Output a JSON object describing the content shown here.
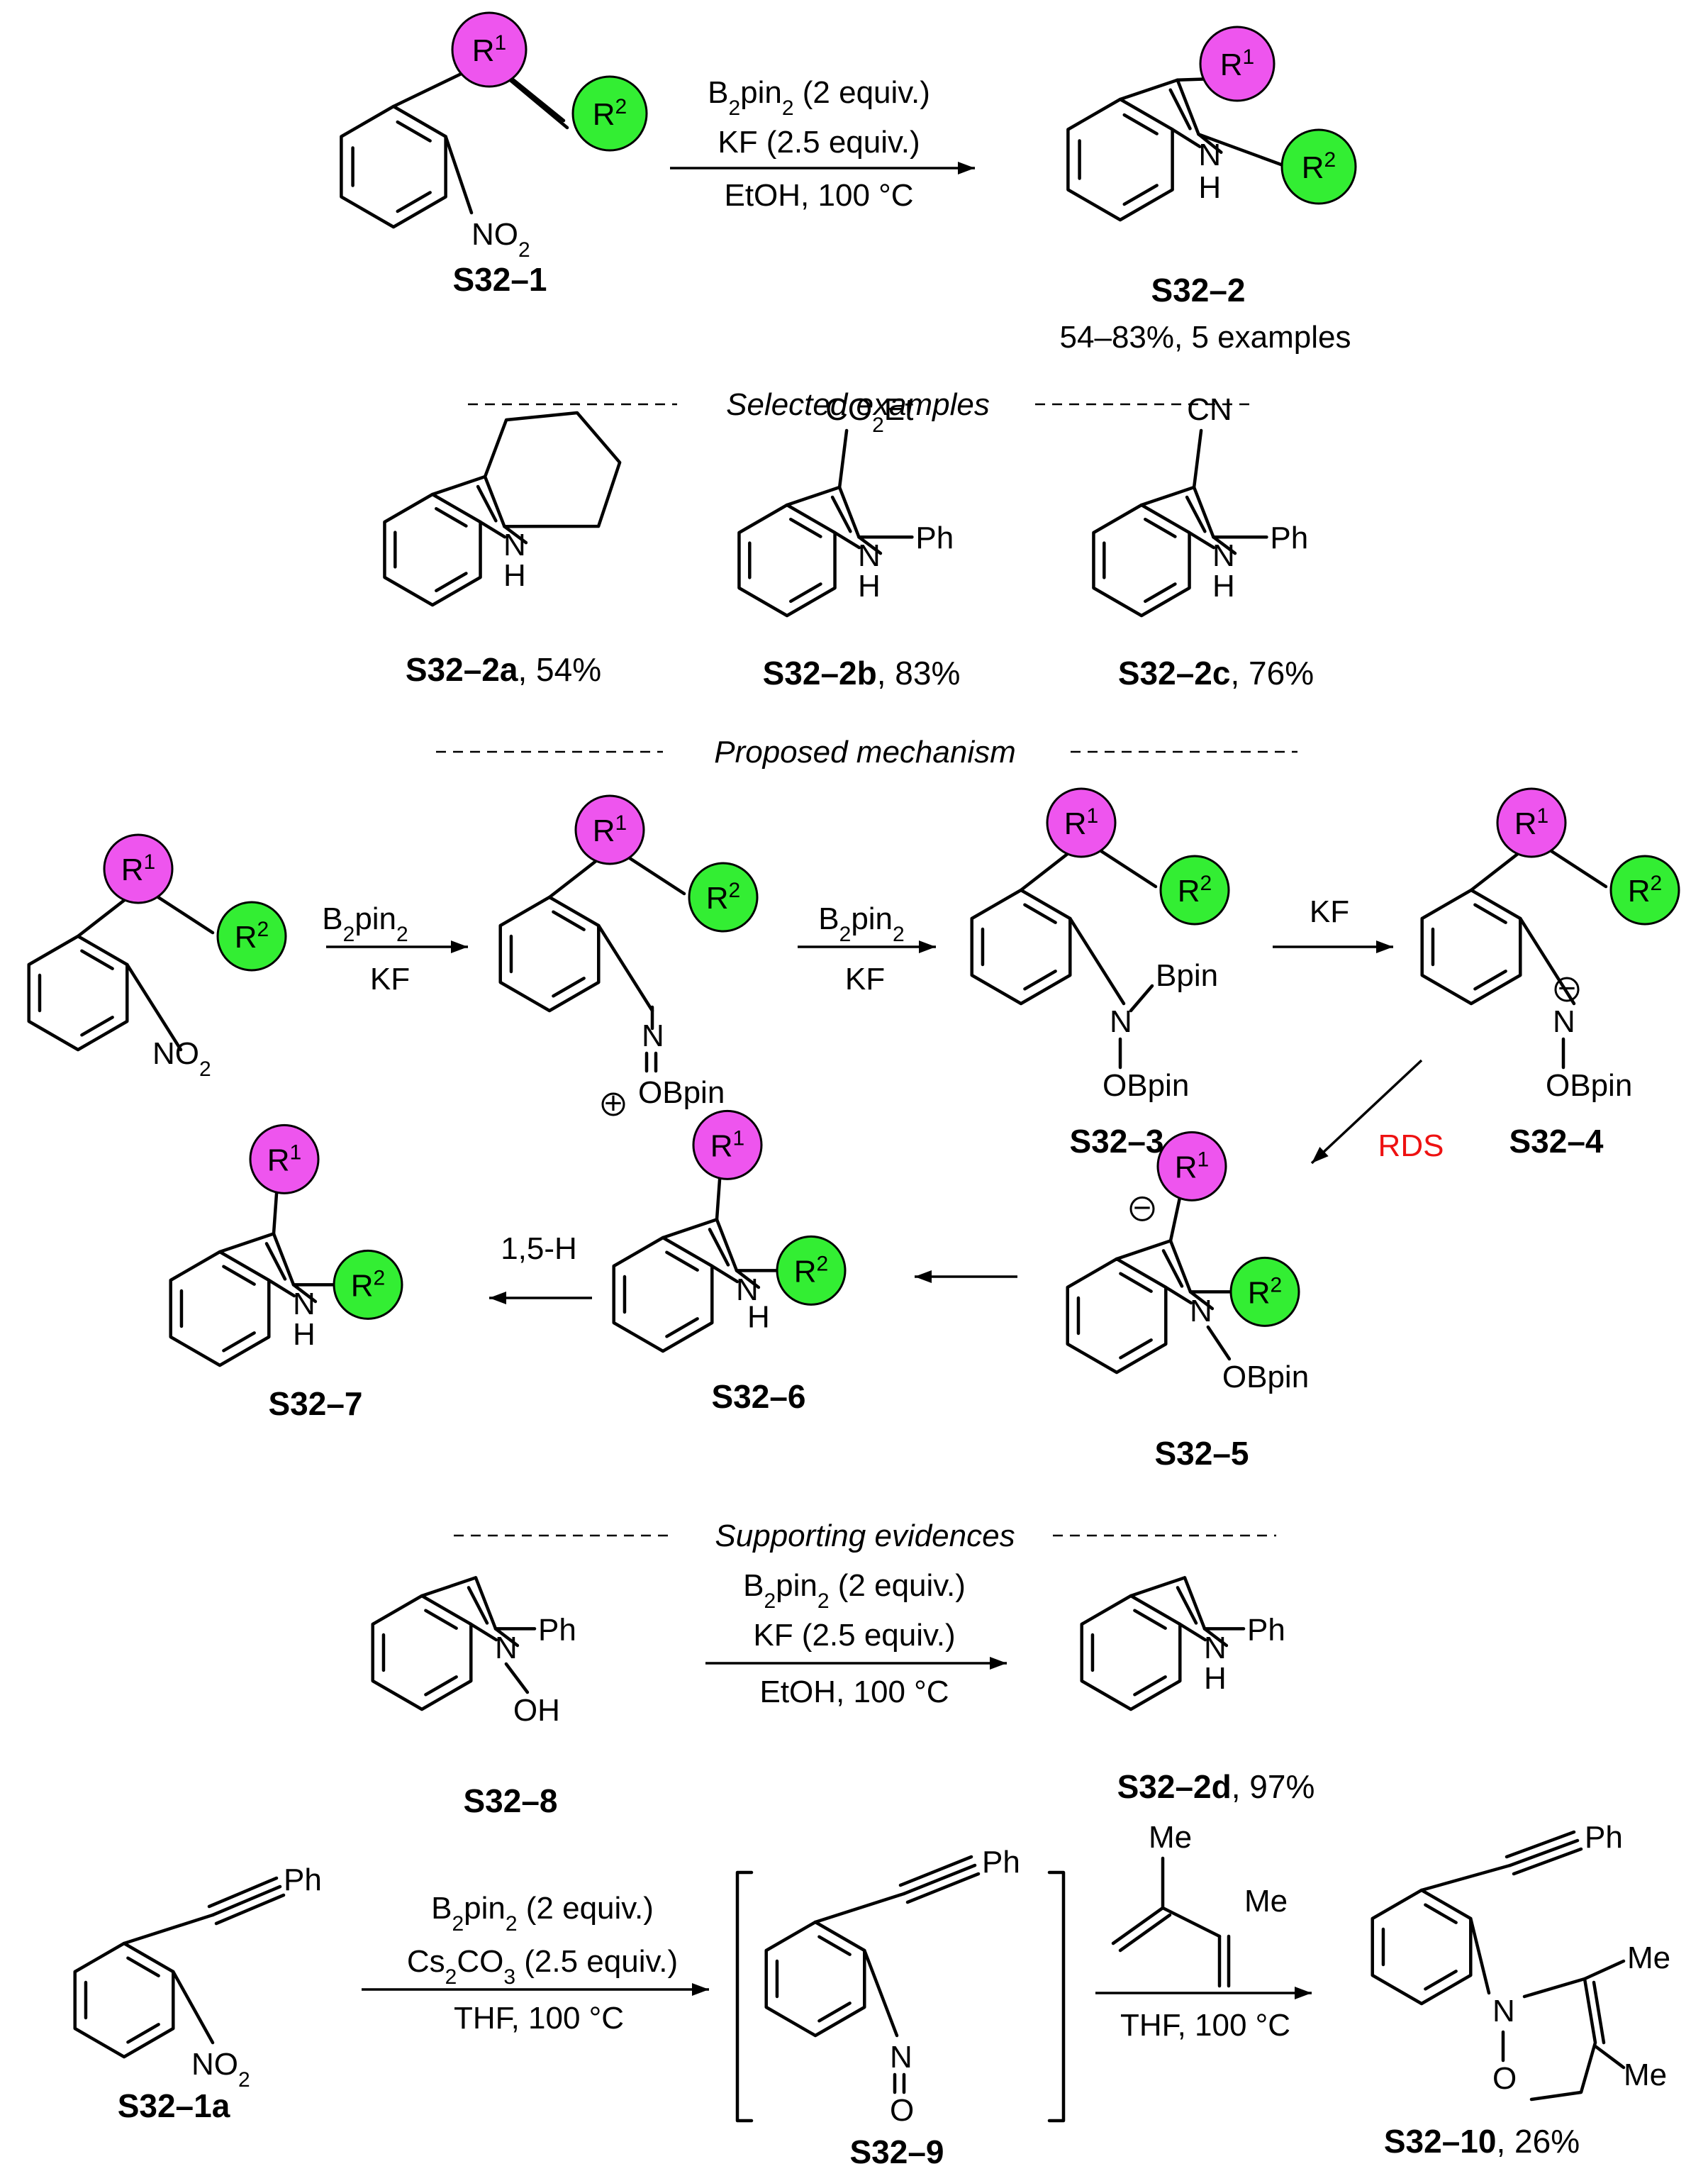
{
  "scheme": {
    "R1": "R",
    "R1_sup": "1",
    "R2": "R",
    "R2_sup": "2",
    "r1_color": "#ee55ee",
    "r2_color": "#33ee33",
    "rds_color": "#ee1111"
  },
  "atoms": {
    "NO2_N": "NO",
    "NO2_sub": "2",
    "N": "N",
    "H": "H",
    "O": "O",
    "OH": "OH",
    "Ph": "Ph",
    "CN": "CN",
    "Me": "Me",
    "Bpin": "Bpin",
    "OBpin": "OBpin",
    "CO2Et_a": "CO",
    "CO2Et_sub": "2",
    "CO2Et_b": "Et",
    "plus": "+",
    "minus": "−"
  },
  "main_reaction": {
    "cond_b2_a": "B",
    "cond_b2_s1": "2",
    "cond_b2_b": "pin",
    "cond_b2_s2": "2",
    "cond_b2_c": " (2 equiv.)",
    "cond2": "KF (2.5 equiv.)",
    "cond3": "EtOH, 100 °C",
    "sm": "S32–1",
    "product": "S32–2",
    "yield": "54–83%, 5 examples"
  },
  "sections": {
    "selected": "Selected examples",
    "mechanism": "Proposed mechanism",
    "evidences": "Supporting evidences"
  },
  "examples": [
    {
      "label": "S32–2a",
      "yield": ", 54%"
    },
    {
      "label": "S32–2b",
      "yield": ", 83%"
    },
    {
      "label": "S32–2c",
      "yield": ", 76%"
    }
  ],
  "mechanism": {
    "kf": "KF",
    "rds": "RDS",
    "h_shift": "1,5-H",
    "s3": "S32–3",
    "s4": "S32–4",
    "s5": "S32–5",
    "s6": "S32–6",
    "s7": "S32–7"
  },
  "evidence1": {
    "cond2": "KF (2.5 equiv.)",
    "cond3": "EtOH, 100 °C",
    "sm": "S32–8",
    "product": "S32–2d",
    "yield": ", 97%"
  },
  "evidence2": {
    "cond2_a": "Cs",
    "cond2_s1": "2",
    "cond2_b": "CO",
    "cond2_s2": "3",
    "cond2_c": " (2.5 equiv.)",
    "cond3": "THF, 100 °C",
    "cond4": "THF, 100 °C",
    "sm": "S32–1a",
    "intermediate": "S32–9",
    "product": "S32–10",
    "yield": ", 26%"
  }
}
